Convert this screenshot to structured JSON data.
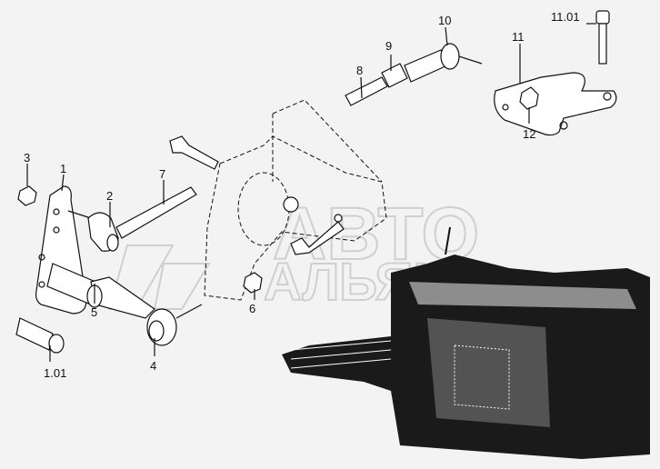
{
  "diagram": {
    "watermark": {
      "line1": "АВТО",
      "line2": "АЛЬЯНС"
    },
    "callouts": [
      {
        "id": "3",
        "label": "3"
      },
      {
        "id": "1",
        "label": "1"
      },
      {
        "id": "2",
        "label": "2"
      },
      {
        "id": "7",
        "label": "7"
      },
      {
        "id": "5",
        "label": "5"
      },
      {
        "id": "4",
        "label": "4"
      },
      {
        "id": "1.01",
        "label": "1.01"
      },
      {
        "id": "6",
        "label": "6"
      },
      {
        "id": "8",
        "label": "8"
      },
      {
        "id": "9",
        "label": "9"
      },
      {
        "id": "10",
        "label": "10"
      },
      {
        "id": "11",
        "label": "11"
      },
      {
        "id": "11.01",
        "label": "11.01"
      },
      {
        "id": "12",
        "label": "12"
      }
    ],
    "colors": {
      "background": "#f3f3f3",
      "ink": "#111111",
      "watermark": "#cfcfcf"
    }
  }
}
